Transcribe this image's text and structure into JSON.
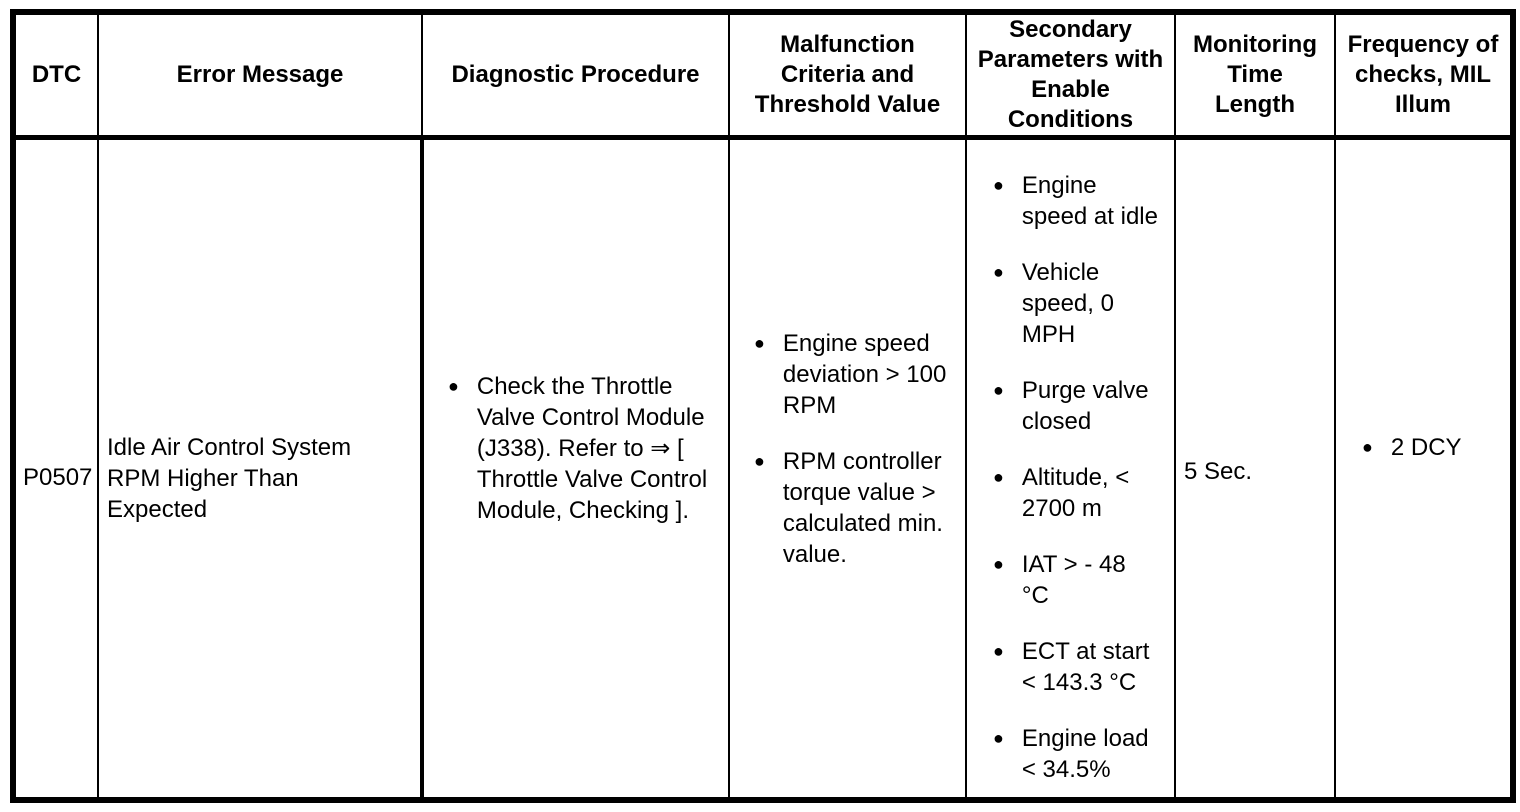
{
  "colors": {
    "text": "#000000",
    "border": "#000000",
    "background": "#ffffff"
  },
  "icons": {
    "bullet": "●"
  },
  "table": {
    "headers": {
      "dtc": "DTC",
      "error_message": "Error Message",
      "diagnostic_procedure": "Diagnostic Procedure",
      "malfunction_criteria": [
        "Malfunction",
        "Criteria and",
        "Threshold Value"
      ],
      "secondary_parameters": [
        "Secondary",
        "Parameters with",
        "Enable",
        "Conditions"
      ],
      "monitoring_time": [
        "Monitoring",
        "Time",
        "Length"
      ],
      "frequency": [
        "Frequency of",
        "checks, MIL",
        "Illum"
      ]
    },
    "row": {
      "dtc": "P0507",
      "error_message": [
        "Idle Air Control System",
        "RPM Higher Than",
        "Expected"
      ],
      "diagnostic_bullets": [
        [
          "Check the Throttle",
          "Valve Control Module",
          "(J338). Refer to ⇒ [",
          "Throttle Valve Control",
          "Module, Checking ]."
        ]
      ],
      "malfunction_bullets": [
        [
          "Engine speed",
          "deviation > 100",
          "RPM"
        ],
        [
          "RPM controller",
          "torque value >",
          "calculated min.",
          "value."
        ]
      ],
      "secondary_bullets": [
        [
          "Engine",
          "speed at idle"
        ],
        [
          "Vehicle",
          "speed, 0",
          "MPH"
        ],
        [
          "Purge valve",
          "closed"
        ],
        [
          "Altitude, <",
          "2700 m"
        ],
        [
          "IAT > - 48",
          "°C"
        ],
        [
          "ECT at start",
          "< 143.3 °C"
        ],
        [
          "Engine load",
          "< 34.5%"
        ]
      ],
      "monitoring_time_length": "5 Sec.",
      "frequency_bullets": [
        [
          "2 DCY"
        ]
      ]
    }
  }
}
